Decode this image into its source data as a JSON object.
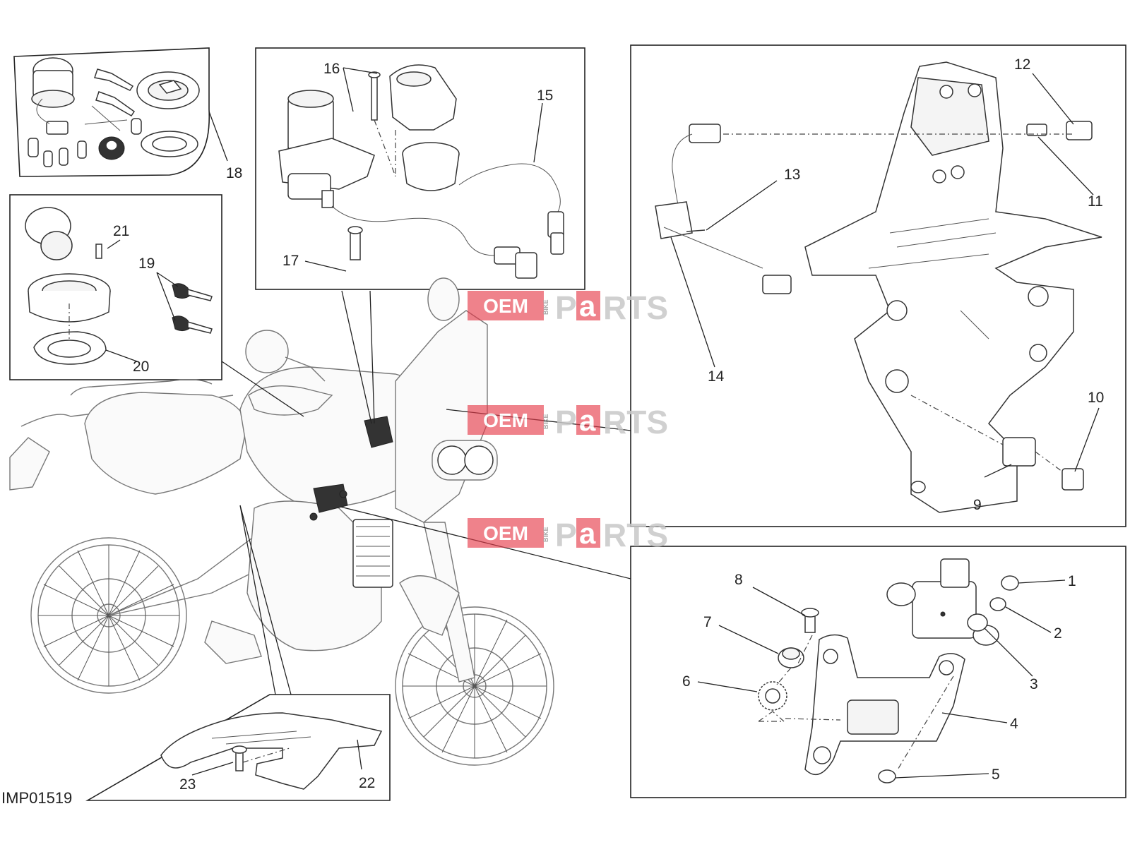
{
  "diagram": {
    "reference_code": "IMP01519",
    "watermark": {
      "part1": "OEM",
      "part2": "BIKE",
      "part3": "P",
      "part4": "a",
      "part5": "RTS"
    },
    "callouts": [
      "1",
      "2",
      "3",
      "4",
      "5",
      "6",
      "7",
      "8",
      "9",
      "10",
      "11",
      "12",
      "13",
      "14",
      "15",
      "16",
      "17",
      "18",
      "19",
      "20",
      "21",
      "22",
      "23"
    ]
  }
}
